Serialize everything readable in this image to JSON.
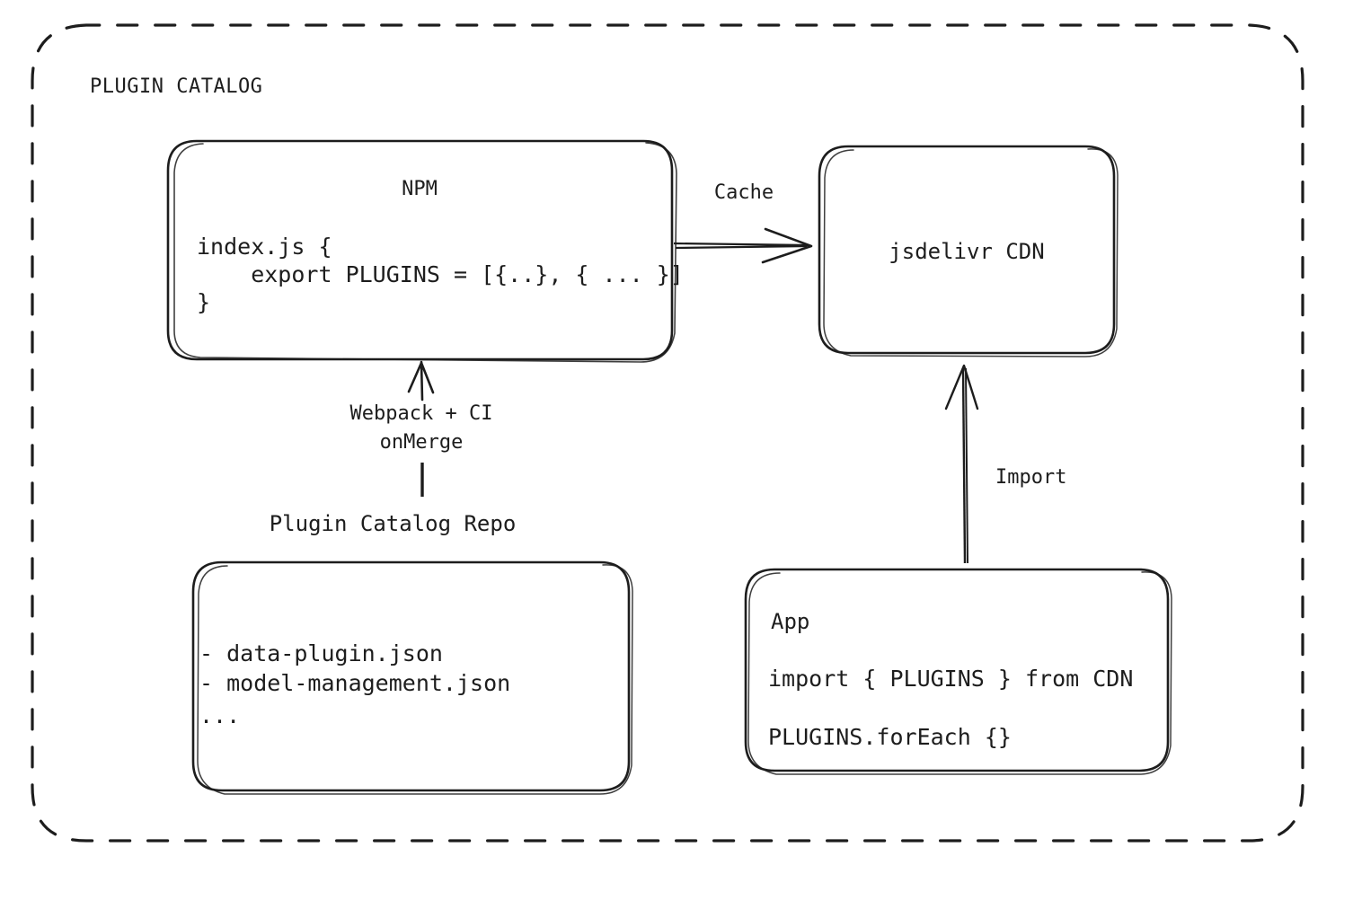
{
  "diagram": {
    "group": {
      "title": "PLUGIN CATALOG"
    },
    "nodes": {
      "npm": {
        "title": "NPM",
        "code_line_1": "index.js {",
        "code_line_2": "    export PLUGINS = [{..}, { ... }]",
        "code_line_3": "}"
      },
      "cdn": {
        "title": "jsdelivr CDN"
      },
      "repo": {
        "label": "Plugin Catalog Repo",
        "item_1": "- data-plugin.json",
        "item_2": "- model-management.json",
        "item_3": "..."
      },
      "app": {
        "title": "App",
        "code_line_1": "import { PLUGINS } from CDN",
        "code_line_2": "PLUGINS.forEach {}"
      }
    },
    "edges": {
      "npm_to_cdn": {
        "label": "Cache"
      },
      "repo_to_npm": {
        "label_line_1": "Webpack + CI",
        "label_line_2": "onMerge"
      },
      "app_to_cdn": {
        "label": "Import"
      }
    },
    "colors": {
      "stroke": "#1d1d1d",
      "background": "#ffffff",
      "text": "#1d1d1d"
    }
  }
}
